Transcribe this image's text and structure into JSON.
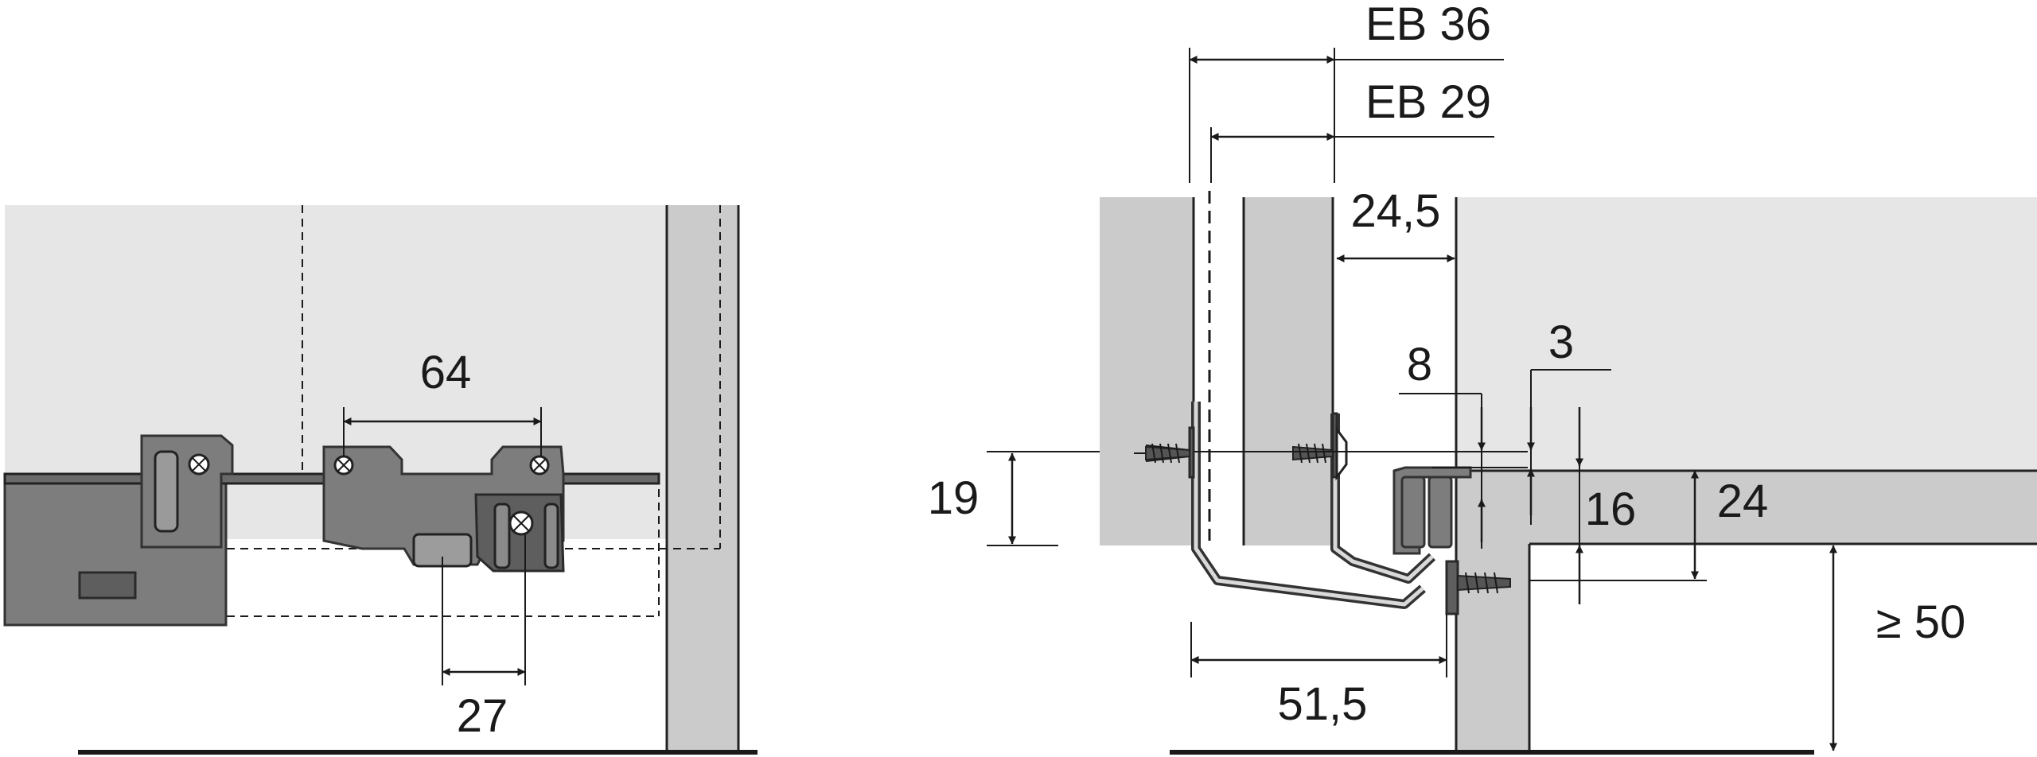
{
  "left_view": {
    "dimensions": {
      "spacing_top": "64",
      "spacing_bottom": "27"
    }
  },
  "right_view": {
    "dimensions": {
      "eb36": "EB 36",
      "eb29": "EB 29",
      "offset": "24,5",
      "d8": "8",
      "d3": "3",
      "d19": "19",
      "d16": "16",
      "d24": "24",
      "d50": "≥ 50",
      "d515": "51,5"
    }
  },
  "colors": {
    "panel": "#cbcbcb",
    "panel_light": "#e6e6e6",
    "metal": "#7d7d7d",
    "ink": "#1a1a1a"
  }
}
